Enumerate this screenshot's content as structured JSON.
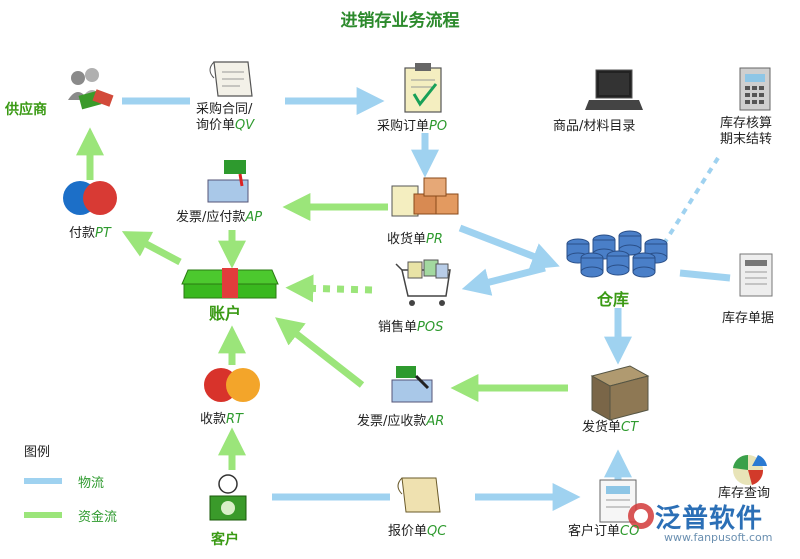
{
  "title": "进销存业务流程",
  "nodes": {
    "supplier": {
      "label": "供应商"
    },
    "purchase_contract": {
      "line1": "采购合同/",
      "line2": "询价单",
      "code": "QV"
    },
    "purchase_order": {
      "label": "采购订单",
      "code": "PO"
    },
    "catalog": {
      "label": "商品/材料目录"
    },
    "inventory_check": {
      "line1": "库存核算",
      "line2": "期末结转"
    },
    "payment": {
      "label": "付款",
      "code": "PT"
    },
    "invoice_ap": {
      "label": "发票/应付款",
      "code": "AP"
    },
    "receipt": {
      "label": "收货单",
      "code": "PR"
    },
    "account": {
      "label": "账户"
    },
    "pos": {
      "label": "销售单",
      "code": "POS"
    },
    "warehouse": {
      "label": "仓库"
    },
    "stock_doc": {
      "label": "库存单据"
    },
    "collection": {
      "label": "收款",
      "code": "RT"
    },
    "invoice_ar": {
      "label": "发票/应收款",
      "code": "AR"
    },
    "delivery": {
      "label": "发货单",
      "code": "CT"
    },
    "customer": {
      "label": "客户"
    },
    "quote": {
      "label": "报价单",
      "code": "QC"
    },
    "customer_order": {
      "label": "客户订单",
      "code": "CO"
    },
    "stock_query": {
      "label": "库存查询"
    }
  },
  "legend": {
    "title": "图例",
    "items": [
      {
        "label": "物流",
        "color": "#9fd2f0"
      },
      {
        "label": "资金流",
        "color": "#9be57a"
      }
    ]
  },
  "logo_cards": {
    "maestro": "Maestro",
    "mastercard": "MasterCard"
  },
  "brand": {
    "name": "泛普软件",
    "url": "www.fanpusoft.com"
  },
  "colors": {
    "logistics": "#9fd2f0",
    "cash": "#9be57a",
    "code": "#2e9a2e",
    "title": "#2c8a2c"
  }
}
